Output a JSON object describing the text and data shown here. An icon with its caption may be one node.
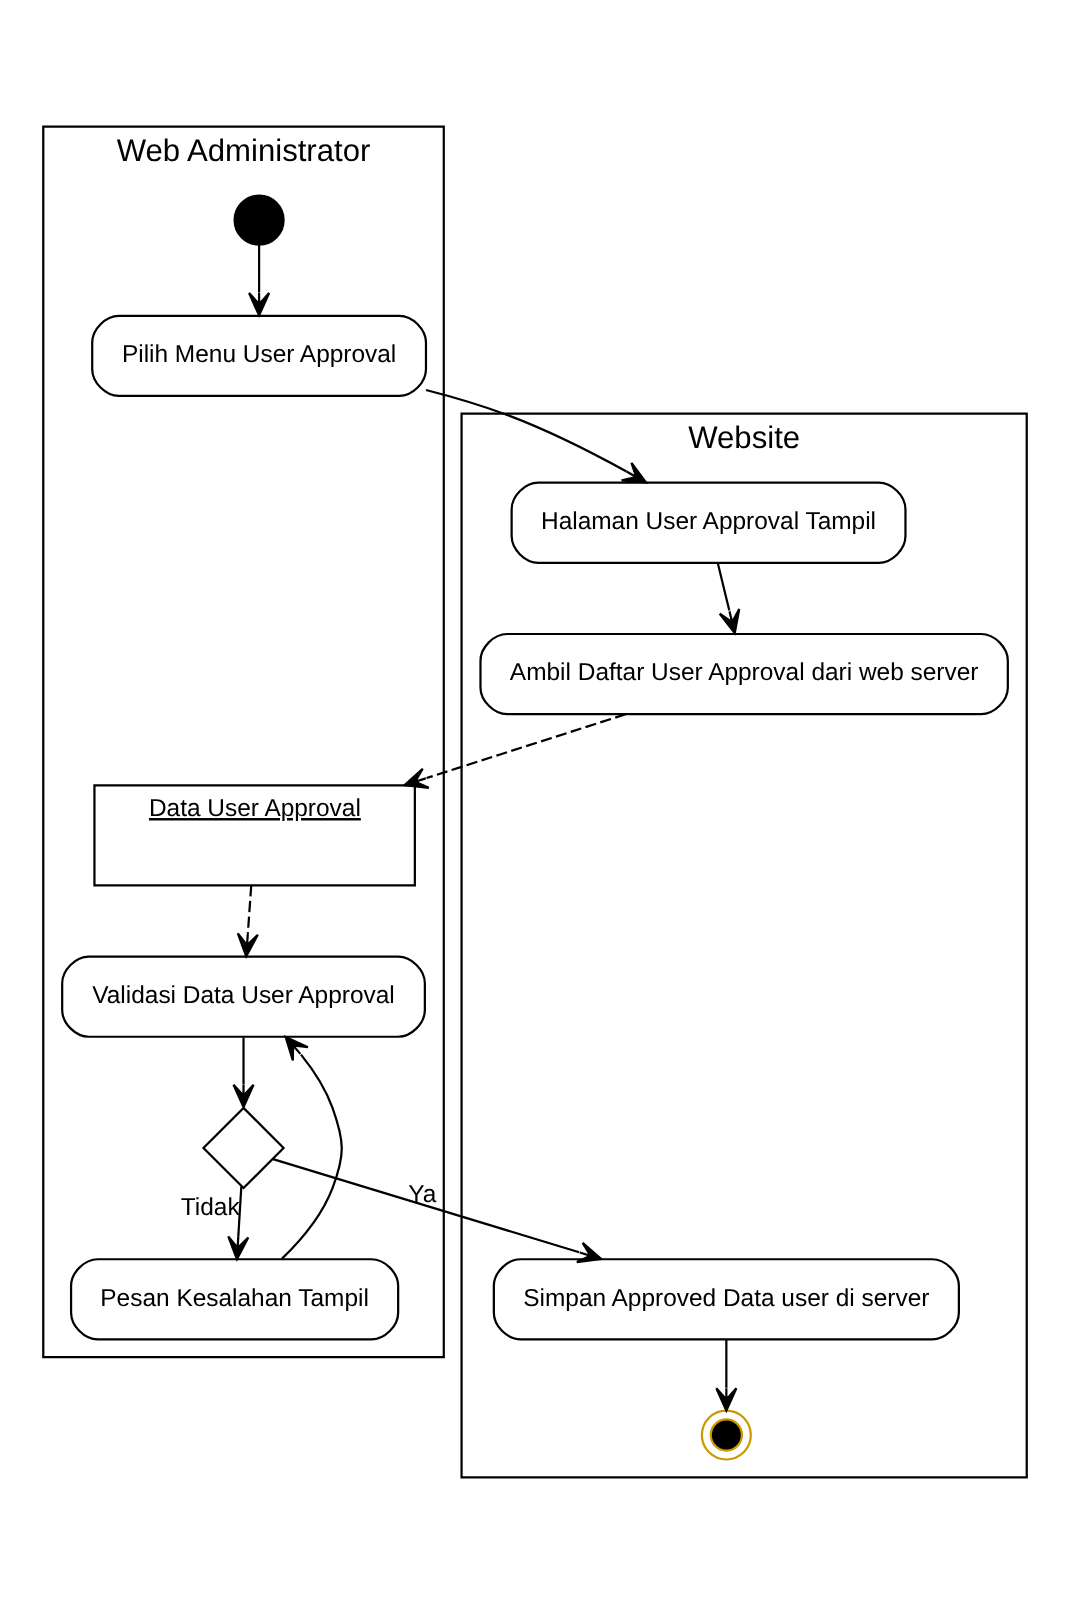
{
  "diagram": {
    "nodes": [
      {
        "text": [
          "Web Administrator"
        ]
      },
      {
        "text": [
          "Website"
        ]
      },
      {
        "text": [],
        "shape": "circle",
        "in": 0
      },
      {
        "text": [
          "Pilih Menu User Approval"
        ],
        "in": 0
      },
      {
        "text": [
          "Halaman User Approval Tampil"
        ],
        "in": 1
      },
      {
        "text": [
          "Data User Approval"
        ],
        "in": 0
      },
      {
        "text": [
          "Ambil Daftar User Approval dari web server"
        ],
        "in": 1
      },
      {
        "text": [
          "Validasi Data User Approval"
        ],
        "in": 0
      },
      {
        "text": [],
        "shape": "diamond",
        "in": 0
      },
      {
        "text": [
          "Simpan Approved Data user di server"
        ],
        "in": 1
      },
      {
        "text": [
          "Pesan Kesalahan Tampil"
        ],
        "in": 0
      },
      {
        "text": [],
        "shape": "circle",
        "in": 1
      }
    ],
    "edges": [
      {
        "from": 2,
        "to": 3,
        "arrow": "to"
      },
      {
        "from": 3,
        "to": 4,
        "arrow": "to"
      },
      {
        "from": 4,
        "to": 6,
        "arrow": "to"
      },
      {
        "from": 6,
        "to": 5,
        "arrow": "to",
        "style": "dashed"
      },
      {
        "from": 5,
        "to": 7,
        "arrow": "to",
        "style": "dashed"
      },
      {
        "from": 7,
        "to": 8,
        "arrow": "to"
      },
      {
        "from": 8,
        "to": 9,
        "arrow": "to",
        "label": "Ya"
      },
      {
        "from": 8,
        "to": 10,
        "arrow": "to",
        "label": "Tidak"
      },
      {
        "from": 10,
        "to": 7,
        "arrow": "to"
      },
      {
        "from": 9,
        "to": 11,
        "arrow": "to"
      }
    ]
  }
}
